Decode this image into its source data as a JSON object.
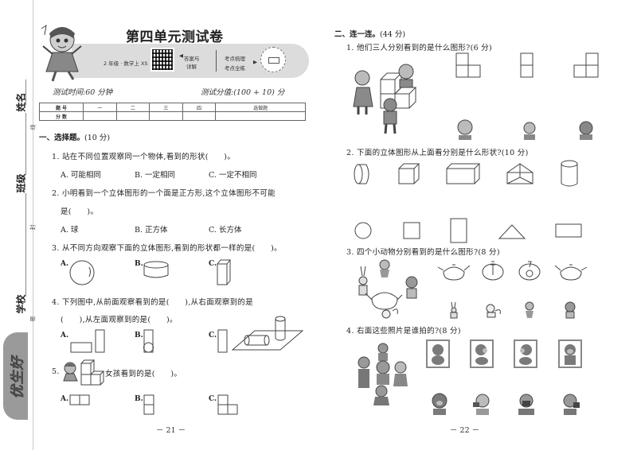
{
  "sidebar": {
    "name_label": "姓名",
    "class_label": "班级",
    "school_label": "学校",
    "seal_marks": [
      "线",
      "封",
      "密"
    ],
    "logo_text": "优生好"
  },
  "header": {
    "title": "第四单元测试卷",
    "grade_label": "2 年级 · 数学上 XS",
    "answer_label_1": "答案与",
    "answer_label_2": "详解",
    "review_label_1": "考点梳理",
    "review_label_2": "考点全练",
    "test_time": "测试时间:60 分钟",
    "test_score": "测试分值:(100 + 10) 分"
  },
  "score_table": {
    "row_headers": [
      "题 号",
      "分 数"
    ],
    "columns": [
      "一",
      "二",
      "三",
      "四",
      "选做题"
    ]
  },
  "left_page": {
    "section_title": "一、选择题。",
    "section_points": "(10 分)",
    "questions": [
      {
        "text": "1. 站在不同位置观察同一个物体,看到的形状(　　)。",
        "options": [
          "A. 可能相同",
          "B. 一定相同",
          "C. 一定不相同"
        ]
      },
      {
        "text": "2. 小明看到一个立体图形的一个面是正方形,这个立体图形不可能",
        "text_cont": "是(　　)。",
        "options": [
          "A. 球",
          "B. 正方体",
          "C. 长方体"
        ]
      },
      {
        "text": "3. 从不同方向观察下面的立体图形,看到的形状都一样的是(　　)。",
        "options": [
          "A.",
          "B.",
          "C."
        ],
        "option_figures": [
          "sphere",
          "cylinder-flat",
          "cuboid-tall"
        ]
      },
      {
        "text": "4. 下列图中,从前面观察看到的是(　　),从右面观察到的是",
        "text_cont": "(　　),从左面观察到的是(　　)。",
        "options": [
          "A.",
          "B.",
          "C."
        ]
      },
      {
        "text_prefix": "5.",
        "text": "女孩看到的是(　　)。",
        "options": [
          "A.",
          "B.",
          "C."
        ]
      }
    ],
    "page_number": "－ 21 －"
  },
  "right_page": {
    "section_title": "二、连一连。",
    "section_points": "(44 分)",
    "questions": [
      {
        "text": "1. 他们三人分别看到的是什么图形?(6 分)"
      },
      {
        "text": "2. 下面的立体图形从上面看分别是什么形状?(10 分)",
        "solids": [
          "cylinder-lying",
          "cube",
          "cuboid",
          "triangular-prism",
          "cylinder-upright"
        ],
        "shapes": [
          "circle",
          "square",
          "rectangle-tall",
          "triangle",
          "rectangle-wide"
        ]
      },
      {
        "text": "3. 四个小动物分别看到的是什么图形?(8 分)"
      },
      {
        "text": "4. 右面这些照片是谁拍的?(8 分)"
      }
    ],
    "page_number": "－ 22 －"
  },
  "colors": {
    "banner_gray": "#dcdcdc",
    "figure_gray": "#7a7a7a",
    "logo_tab": "#9a9a9a"
  }
}
